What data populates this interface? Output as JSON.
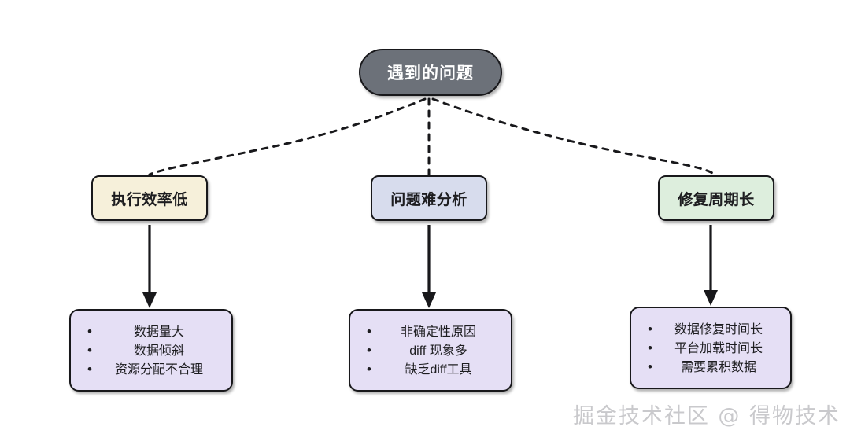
{
  "diagram": {
    "type": "tree-flowchart",
    "root": {
      "label": "遇到的问题",
      "fill": "#6c7179",
      "text_color": "#ffffff"
    },
    "branches": [
      {
        "id": "branch-efficiency",
        "label": "执行效率低",
        "fill": "#f6f0da",
        "edge_style": "dashed-curve",
        "arrow_style": "solid-arrow",
        "items": [
          "数据量大",
          "数据倾斜",
          "资源分配不合理"
        ],
        "items_fill": "#e5dff5"
      },
      {
        "id": "branch-analysis",
        "label": "问题难分析",
        "fill": "#d7dced",
        "edge_style": "dashed-straight",
        "arrow_style": "solid-arrow",
        "items": [
          "非确定性原因",
          "diff 现象多",
          "缺乏diff工具"
        ],
        "items_fill": "#e5dff5"
      },
      {
        "id": "branch-repair",
        "label": "修复周期长",
        "fill": "#ddeedd",
        "edge_style": "dashed-curve",
        "arrow_style": "solid-arrow",
        "items": [
          "数据修复时间长",
          "平台加载时间长",
          "需要累积数据"
        ],
        "items_fill": "#e5dff5"
      }
    ],
    "stroke_color": "#18181b"
  },
  "watermark": {
    "text": "掘金技术社区 @ 得物技术",
    "color": "#c9c9cc"
  }
}
